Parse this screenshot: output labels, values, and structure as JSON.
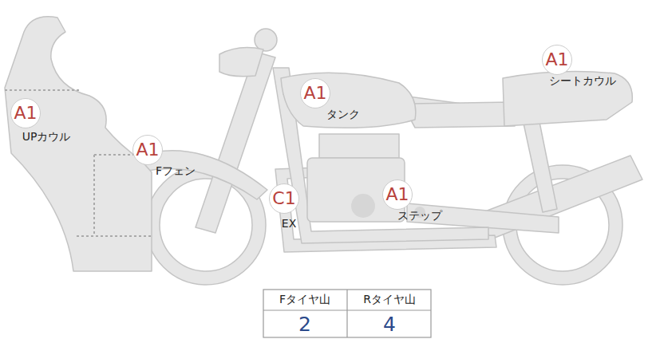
{
  "diagram": {
    "nodes": [
      {
        "text": [
          "A1",
          "シートカウル"
        ]
      },
      {
        "text": [
          "A1",
          "タンク"
        ]
      },
      {
        "text": [
          "A1",
          "UPカウル"
        ]
      },
      {
        "text": [
          "A1",
          "Fフェン"
        ]
      },
      {
        "text": [
          "A1",
          "ステップ"
        ]
      },
      {
        "text": [
          "C1",
          "EX"
        ]
      }
    ],
    "labels": [
      "Fタイヤ山",
      "Rタイヤ山",
      "2",
      "4"
    ]
  }
}
